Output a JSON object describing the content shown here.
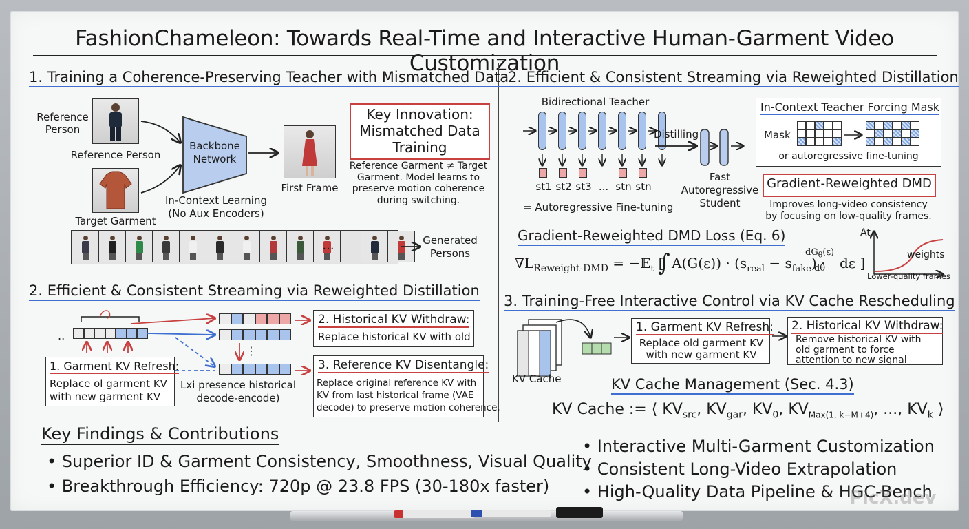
{
  "title": "FashionChameleon: Towards Real-Time and Interactive Human-Garment Video Customization",
  "left_top": {
    "heading": "1. Training a Coherence-Preserving Teacher with Mismatched Data",
    "reference_person_label": "Reference\nPerson",
    "reference_person_caption": "Reference Person",
    "target_garment_caption": "Target Garment",
    "backbone_label": "Backbone\nNetwork",
    "in_context_caption": "In-Context Learning\n(No Aux Encoders)",
    "first_frame_caption": "First Frame",
    "key_innovation_title": "Key Innovation:\nMismatched Data\nTraining",
    "key_innovation_desc": "Reference Garment ≠ Target\nGarment. Model learns to\npreserve motion coherence\nduring switching.",
    "ellipsis": "...",
    "generated_caption": "Generated\nPersons"
  },
  "left_mid": {
    "heading": "2. Efficient & Consistent Streaming via Reweighted Distillation",
    "dots": "..",
    "vdots": "⋮",
    "garment_refresh_title": "1. Garment KV Refresh:",
    "garment_refresh_desc": "Replace ol garment KV\nwith new garment KV",
    "presence_text": "Lxi presence  historical\ndecode-encode)",
    "hist_withdraw_title": "2. Historical KV Withdraw:",
    "hist_withdraw_desc": "Replace historical KV with old",
    "ref_disentangle_title": "3. Reference KV Disentangle:",
    "ref_disentangle_desc": "Replace original reference KV with\nKV from last historical frame (VAE\ndecode) to preserve motion coherence."
  },
  "right_top": {
    "heading": "2. Efficient & Consistent Streaming via Reweighted Distillation",
    "teacher_label": "Bidirectional Teacher",
    "distilling_label": "Distilling",
    "student_label": "Fast\nAutoregressive\nStudent",
    "state_labels": [
      "st1",
      "st2",
      "st3",
      "...",
      "stn",
      "stn"
    ],
    "ar_caption": "= Autoregressive Fine-tuning",
    "mask_title": "In-Context Teacher Forcing Mask",
    "mask_label": "Mask",
    "mask_caption": "or autoregressive fine-tuning",
    "grdmd_title": "Gradient-Reweighted DMD",
    "grdmd_desc": "Improves long-video consistency\nby focusing on low-quality frames.",
    "loss_heading": "Gradient-Reweighted DMD Loss (Eq. 6)",
    "plot_y_label": "At",
    "plot_curve_label": "weights",
    "plot_x_label": "Lower-quality frames"
  },
  "right_mid": {
    "heading": "3. Training-Free Interactive Control via KV Cache Rescheduling",
    "kv_cache_label": "KV Cache",
    "garment_refresh_title": "1. Garment KV Refresh:",
    "garment_refresh_desc": "Replace old garment KV\nwith new garment KV",
    "hist_withdraw_title": "2. Historical KV Withdraw:",
    "hist_withdraw_desc": "Remove historical KV with\nold garment to force\nattention to new signal",
    "mgmt_heading": "KV Cache Management (Sec. 4.3)"
  },
  "key_findings": {
    "heading": "Key Findings & Contributions",
    "items": [
      "• Superior ID & Garment Consistency, Smoothness, Visual Quality",
      "• Breakthrough Efficiency: 720p @ 23.8 FPS (30-180x faster)"
    ]
  },
  "right_bullets": [
    "• Interactive Multi-Garment Customization",
    "• Consistent Long-Video Extrapolation",
    "• High-Quality Data Pipeline & HGC-Bench"
  ],
  "watermark": "PicX.dev",
  "colors": {
    "accent_blue": "#3f6fd1",
    "box_red": "#c94040",
    "cell_blue": "#a9c4ec",
    "cell_red": "#eea7a7",
    "cell_green": "#b5dcae"
  }
}
